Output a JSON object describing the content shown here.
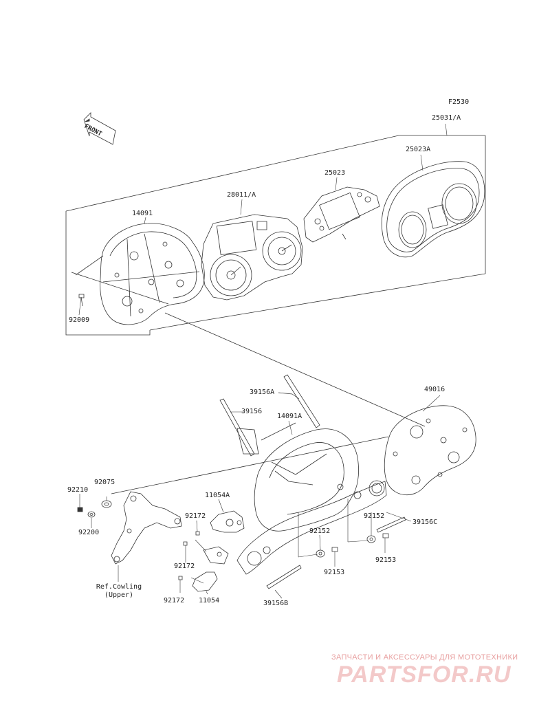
{
  "figure_code": "F2530",
  "front_label": "FRONT",
  "labels": {
    "p25031A": "25031/A",
    "p25023A": "25023A",
    "p25023": "25023",
    "p28011A": "28011/A",
    "p14091": "14091",
    "p92009": "92009",
    "p39156A": "39156A",
    "p39156": "39156",
    "p14091A": "14091A",
    "p49016": "49016",
    "p92075": "92075",
    "p92210": "92210",
    "p92200": "92200",
    "p11054A": "11054A",
    "p92172a": "92172",
    "p92172b": "92172",
    "p92172c": "92172",
    "p11054": "11054",
    "p92152a": "92152",
    "p92152b": "92152",
    "p39156C": "39156C",
    "p92153a": "92153",
    "p92153b": "92153",
    "p39156B": "39156B",
    "ref_line1": "Ref.Cowling",
    "ref_line2": "(Upper)"
  },
  "watermark": {
    "tagline": "ЗАПЧАСТИ И АКСЕССУАРЫ ДЛЯ МОТОТЕХНИКИ",
    "logo": "PARTSFOR.RU",
    "color": "#e8a0a0"
  }
}
